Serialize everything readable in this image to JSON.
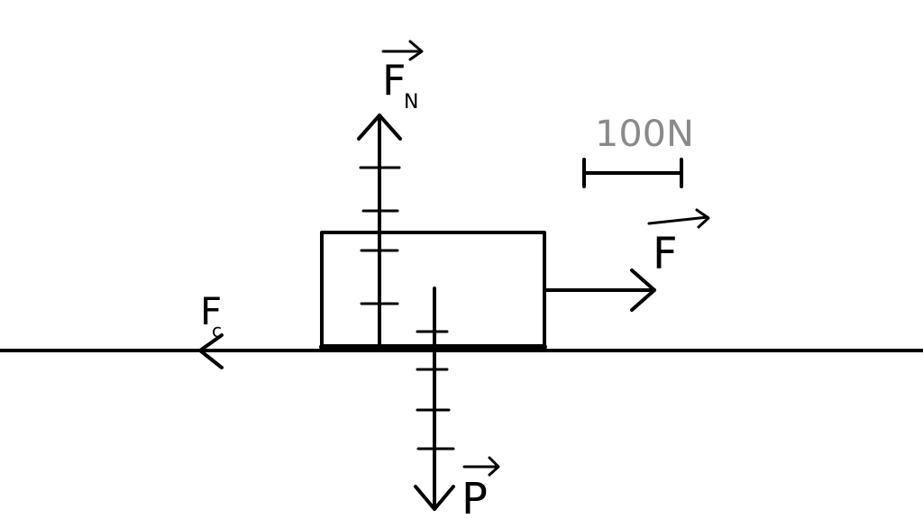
{
  "diagram": {
    "labels": {
      "normal_force": "F",
      "normal_force_sub": "N",
      "applied_force": "F",
      "friction_force": "F",
      "friction_force_sub": "c",
      "weight": "P",
      "scale": "100N"
    },
    "colors": {
      "ink": "#000000",
      "scale_text": "#8a8a8a",
      "background": "#ffffff"
    }
  }
}
